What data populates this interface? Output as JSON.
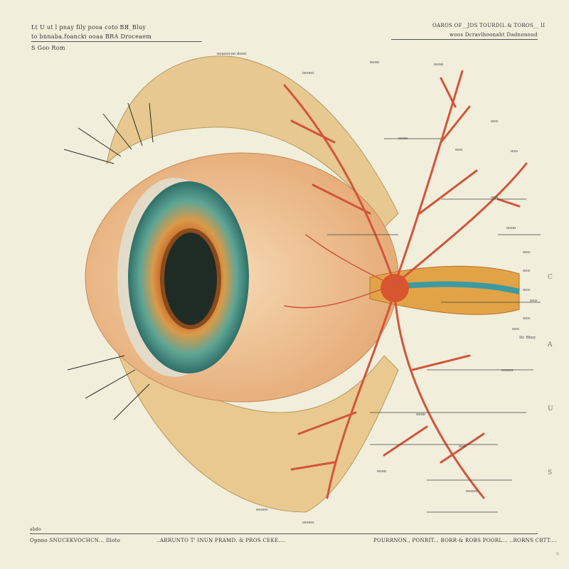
{
  "header": {
    "left_line1": "Lt U ut l pnay fily pooa coto BЯ_Bluy",
    "left_line2": "to bnnaba.foancki ooaa BRA Droceaem",
    "left_line3": "S Goo Rom",
    "right_line1": "OAROS OF__JDS TOURDIL & TOROS__ II",
    "right_line2": "woos Dcravlhoonaht Dadnonoud"
  },
  "footer": {
    "small": "abdo",
    "left": "Opnno SNUCEKVOCHCN... Illoto",
    "center": "..ARRUNTO T' INUN PRAMD. & PROS CEKE....",
    "right": "POURRNON., PONRIT... BORR-& ROBS POORL... ..RORNS CRTT....",
    "page": "9"
  },
  "side_letters": [
    "C",
    "A",
    "U",
    "S"
  ],
  "labels": [
    "ooaoocoo dooo",
    "ooooo",
    "oooo",
    "oooo",
    "ooo",
    "oooo",
    "ooo",
    "ooo",
    "ooo",
    "oooo",
    "ooo",
    "ooo",
    "ooo",
    "ooo",
    "ooo",
    "ooo",
    "Dc Bboy",
    "ooooo",
    "oooo",
    "ooo",
    "oooo",
    "ooooo",
    "ooooo",
    "ooooo"
  ],
  "colors": {
    "paper": "#f1eedc",
    "vessel": "#d2553a",
    "iris": "#4f9a8c",
    "skin": "#e8c58e"
  }
}
